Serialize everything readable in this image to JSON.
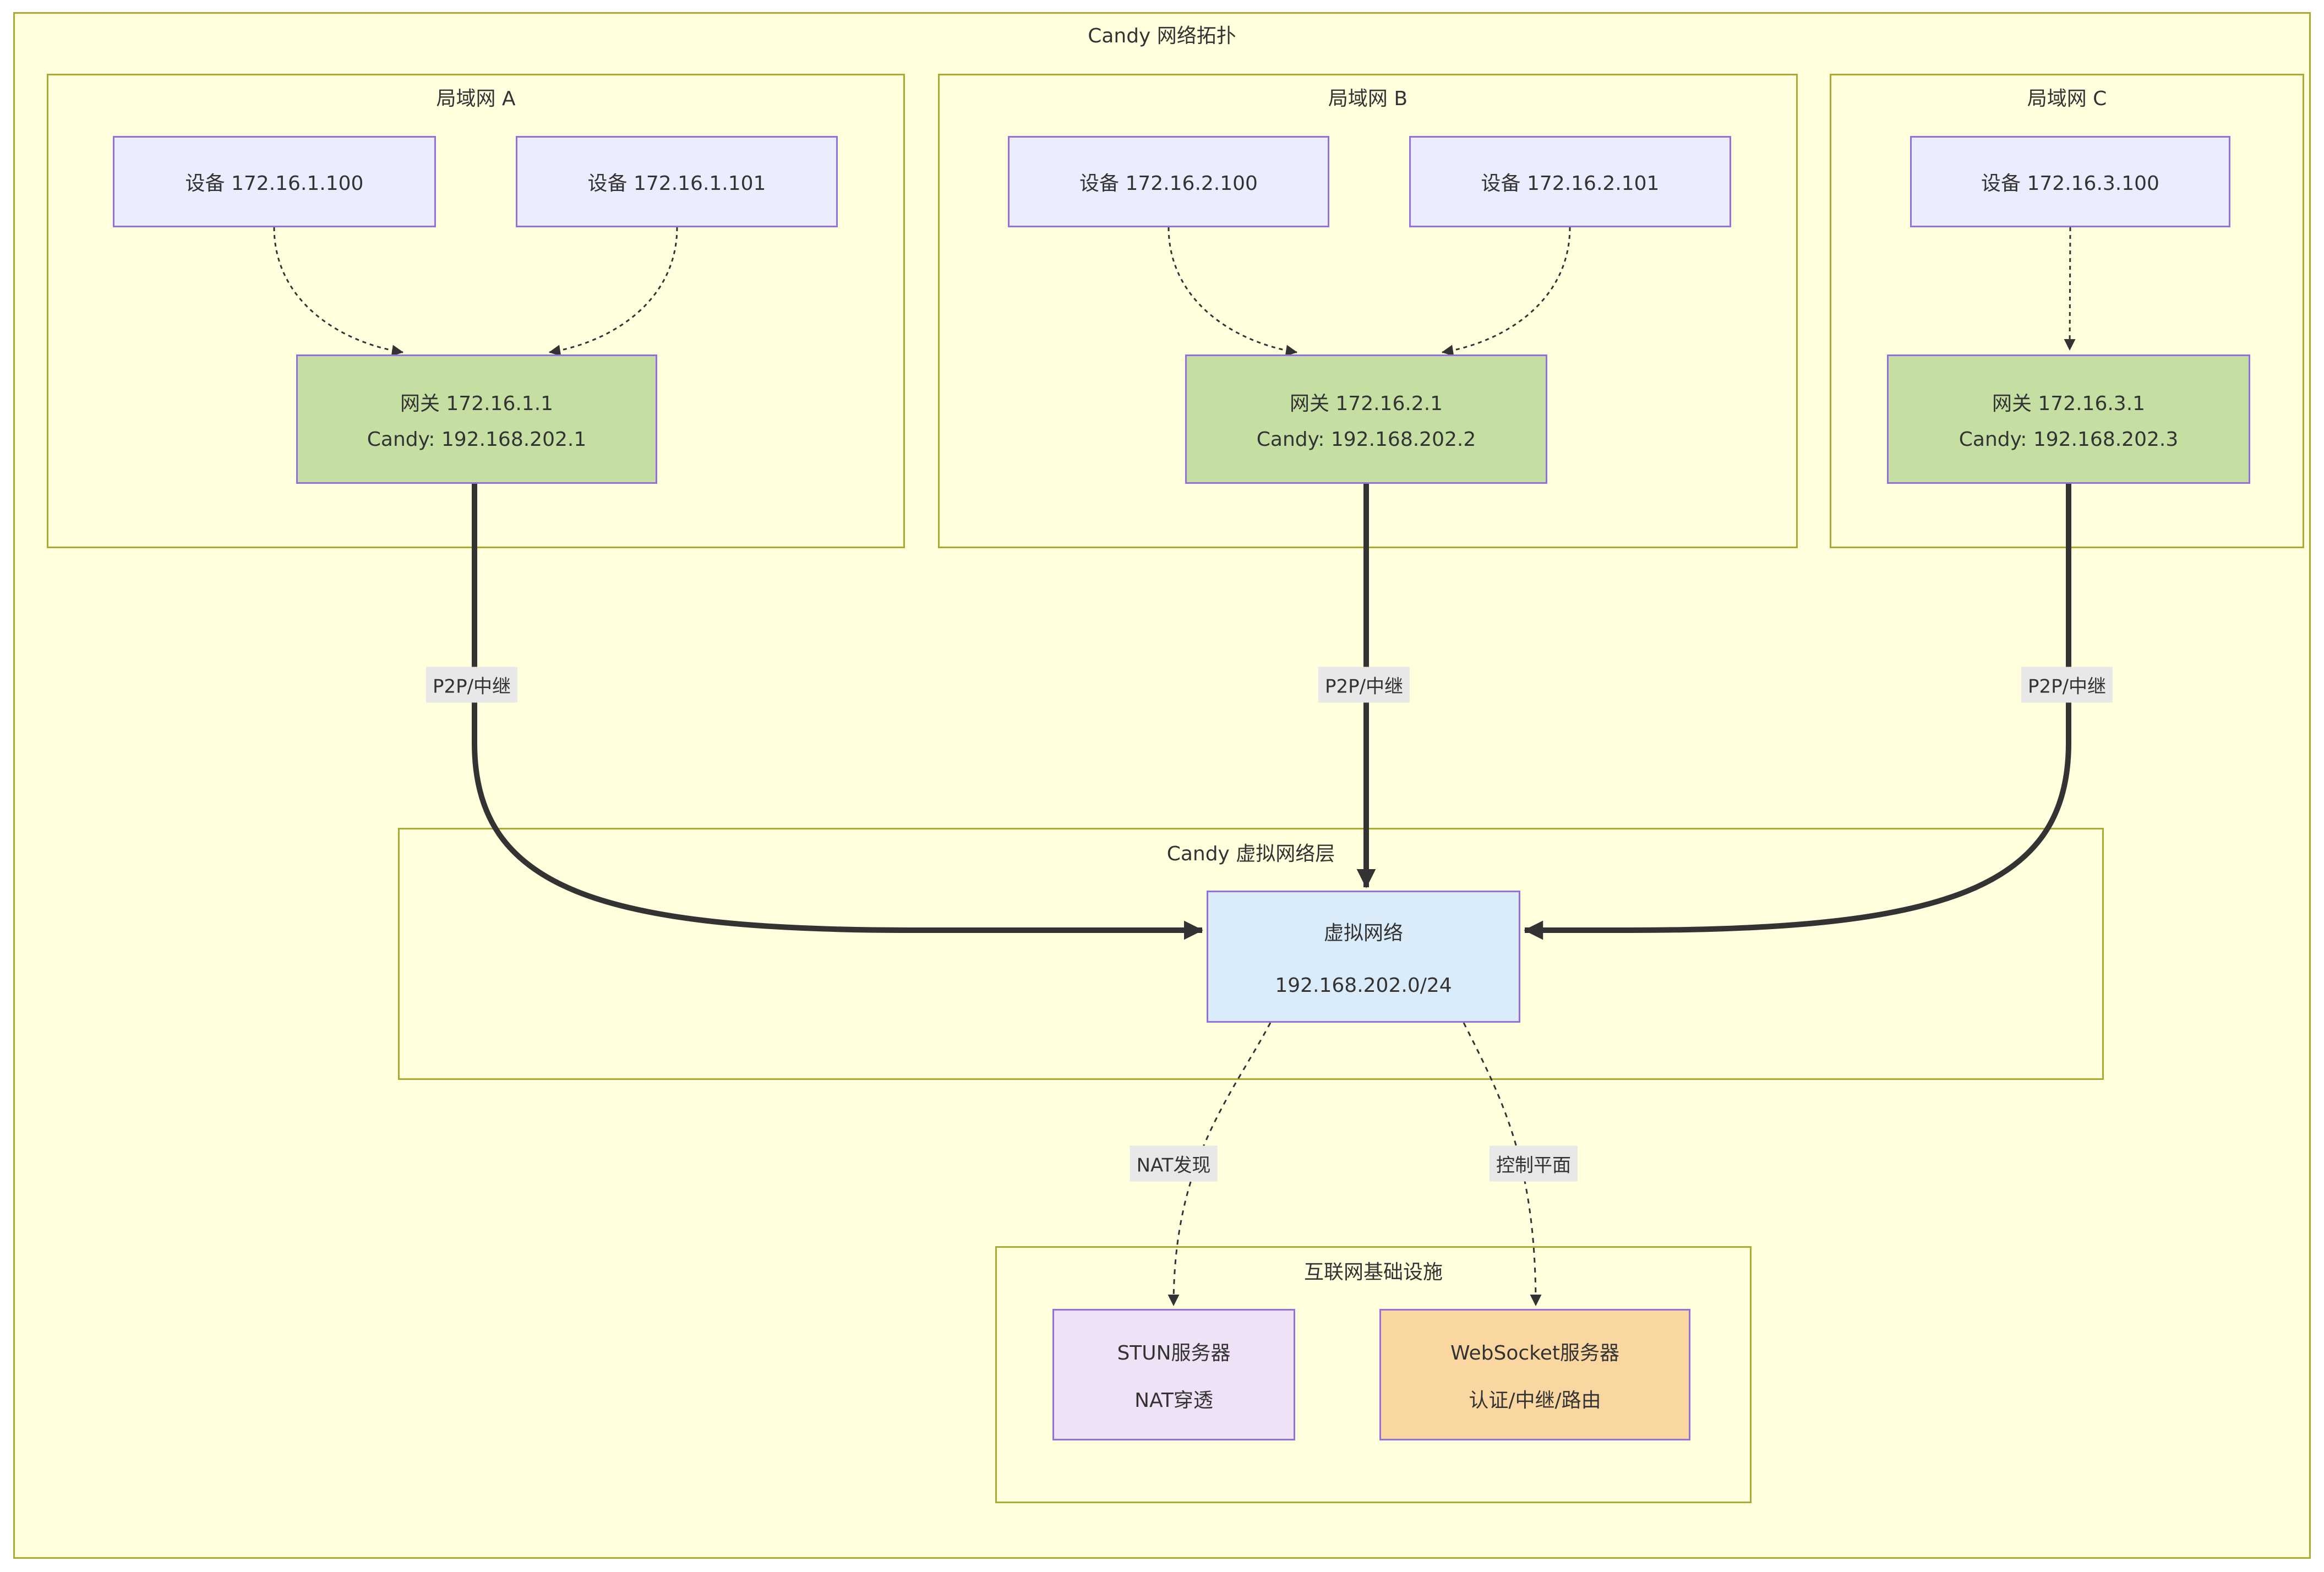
{
  "diagram": {
    "title": "Candy 网络拓扑",
    "colors": {
      "cluster_fill": "#ffffde",
      "cluster_border": "#aaaa33",
      "node_border": "#9370db",
      "device_fill": "#ececff",
      "gateway_fill": "#c5dea2",
      "virtual_fill": "#daebfa",
      "stun_fill": "#f0e2f6",
      "websocket_fill": "#fad7a0",
      "edge_label_bg": "#e8e8e8",
      "line_color": "#333333",
      "text_color": "#333333"
    },
    "lans": [
      {
        "title": "局域网 A",
        "devices": [
          {
            "label": "设备 172.16.1.100"
          },
          {
            "label": "设备 172.16.1.101"
          }
        ],
        "gateway": {
          "line1": "网关 172.16.1.1",
          "line2": "Candy: 192.168.202.1"
        }
      },
      {
        "title": "局域网 B",
        "devices": [
          {
            "label": "设备 172.16.2.100"
          },
          {
            "label": "设备 172.16.2.101"
          }
        ],
        "gateway": {
          "line1": "网关 172.16.2.1",
          "line2": "Candy: 192.168.202.2"
        }
      },
      {
        "title": "局域网 C",
        "devices": [
          {
            "label": "设备 172.16.3.100"
          }
        ],
        "gateway": {
          "line1": "网关 172.16.3.1",
          "line2": "Candy: 192.168.202.3"
        }
      }
    ],
    "virtual_layer": {
      "title": "Candy 虚拟网络层",
      "node": {
        "line1": "虚拟网络",
        "line2": "192.168.202.0/24"
      }
    },
    "internet": {
      "title": "互联网基础设施",
      "stun": {
        "line1": "STUN服务器",
        "line2": "NAT穿透"
      },
      "websocket": {
        "line1": "WebSocket服务器",
        "line2": "认证/中继/路由"
      }
    },
    "edge_labels": {
      "p2p": "P2P/中继",
      "nat_discovery": "NAT发现",
      "control_plane": "控制平面"
    }
  }
}
